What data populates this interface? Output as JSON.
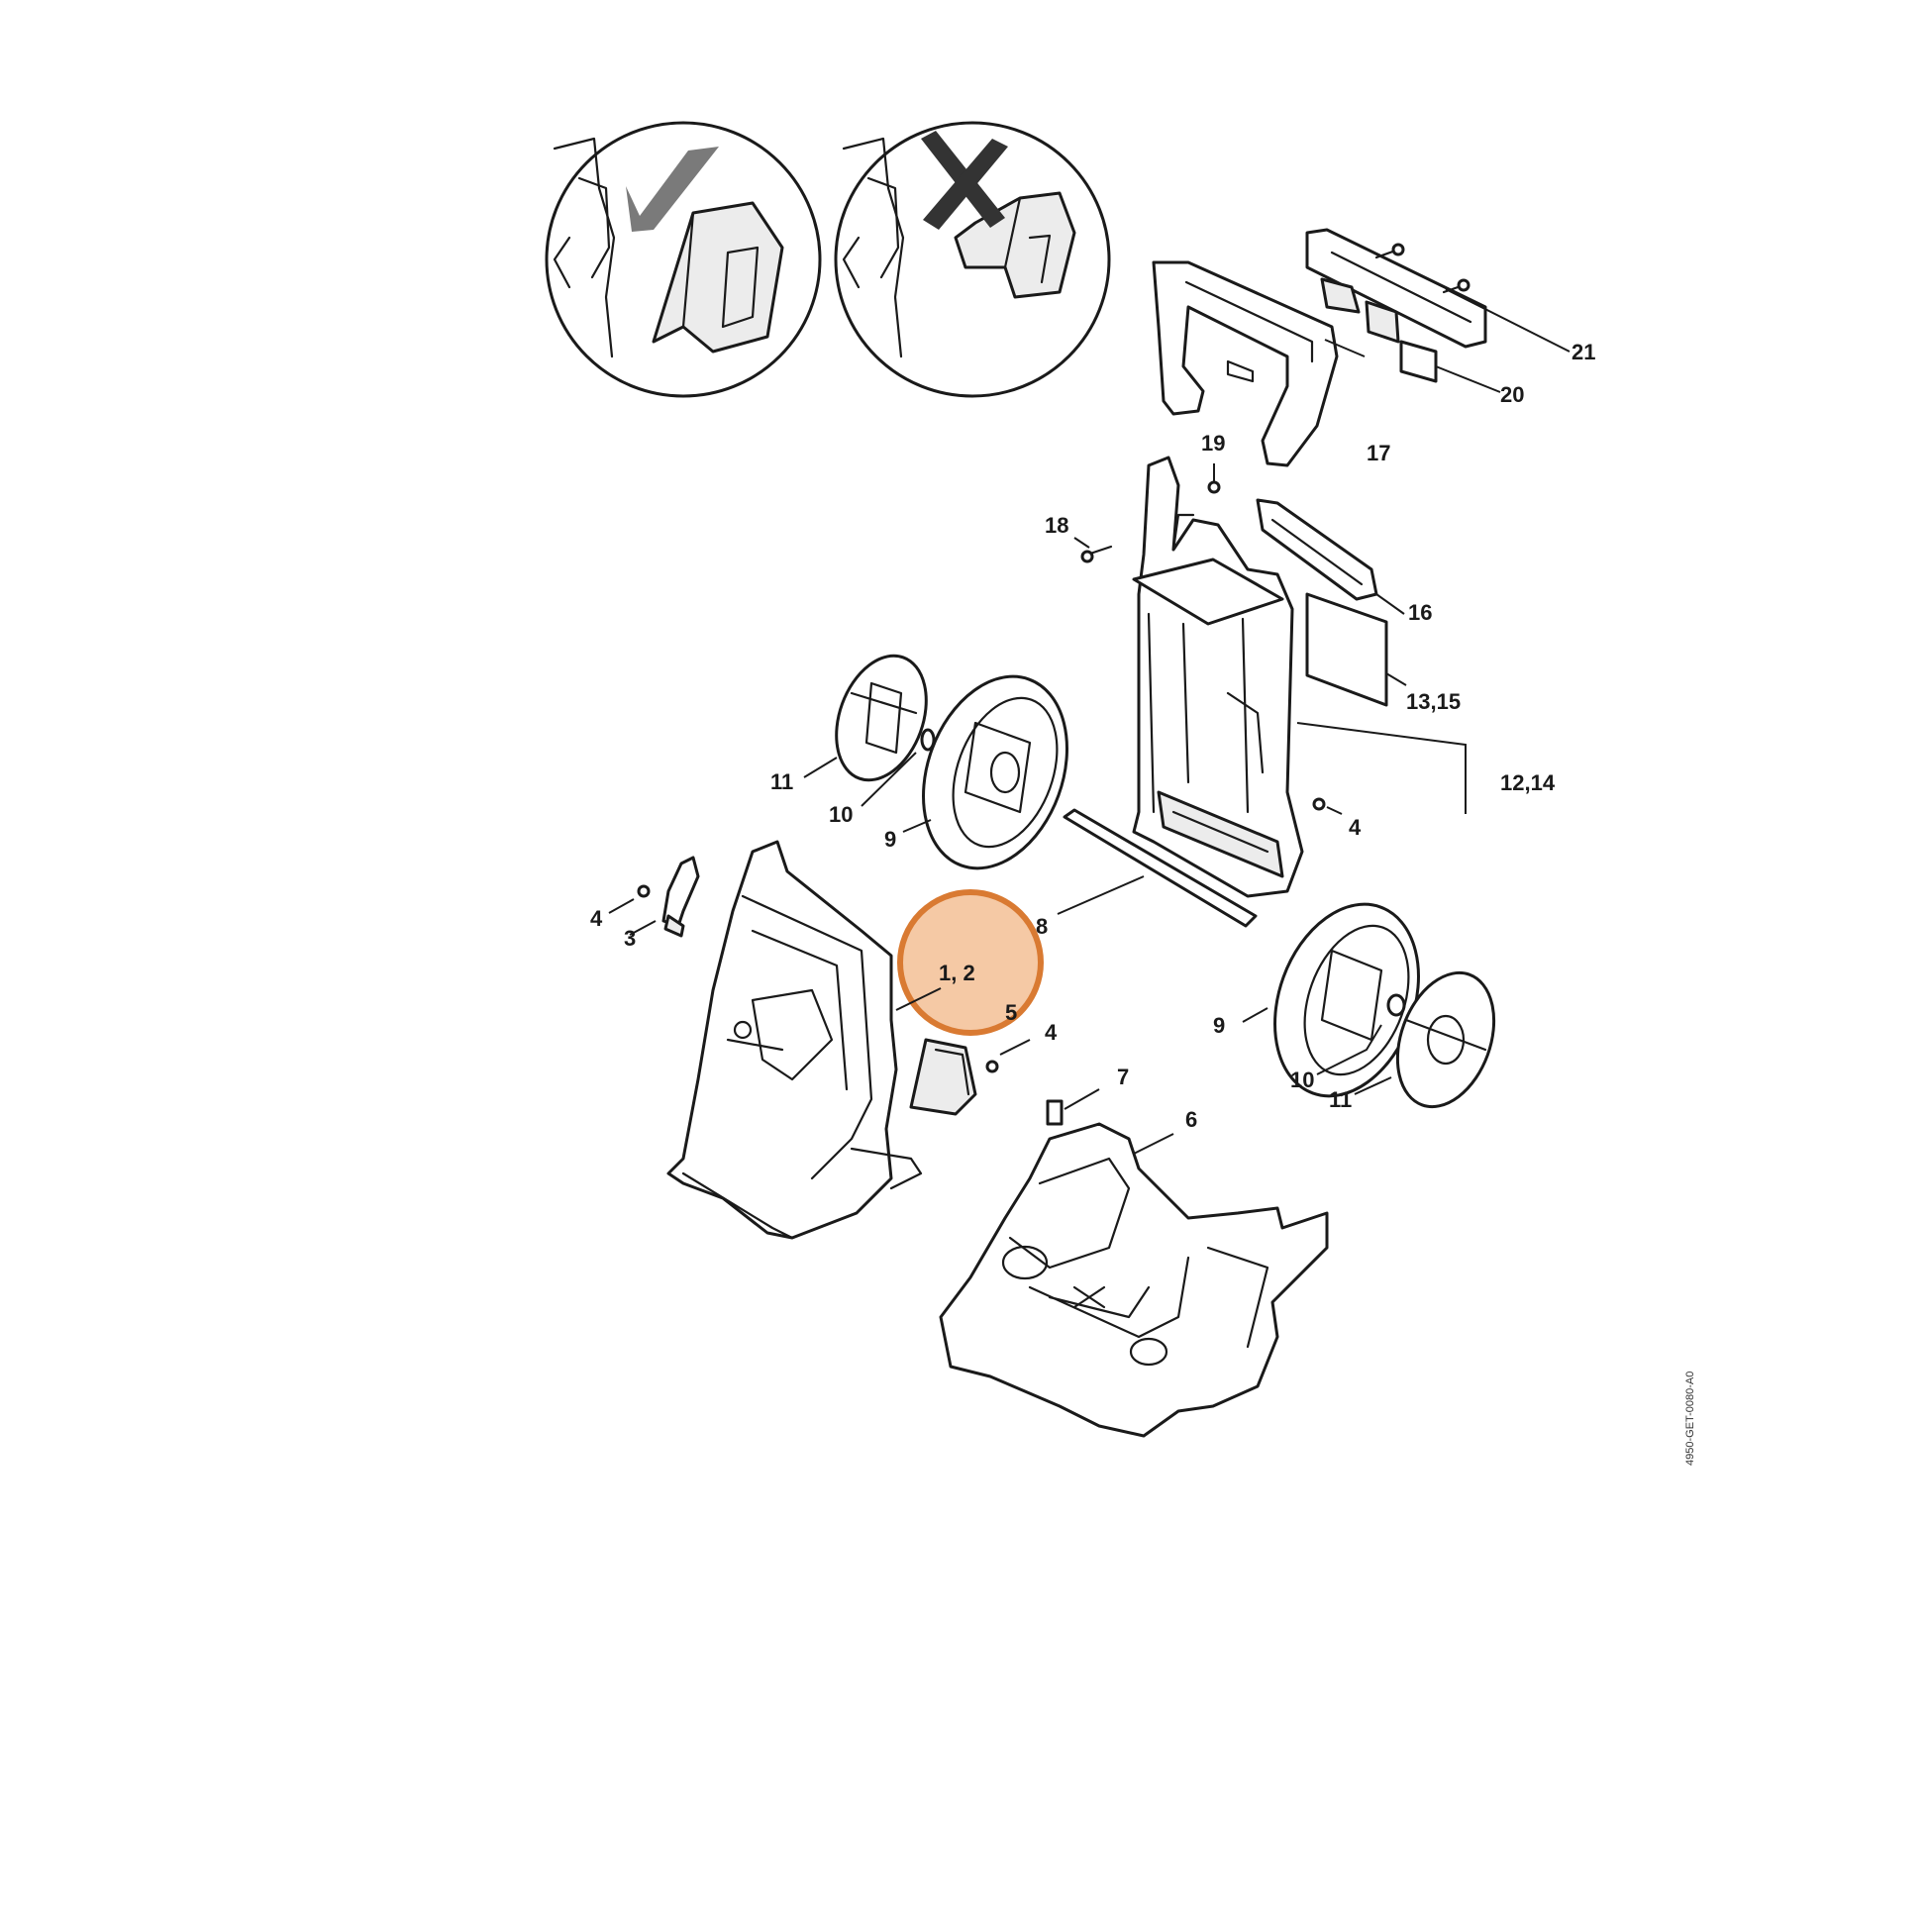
{
  "diagram": {
    "callouts": {
      "c1_2": "1, 2",
      "c3": "3",
      "c4a": "4",
      "c4b": "4",
      "c4c": "4",
      "c5": "5",
      "c6": "6",
      "c7": "7",
      "c8": "8",
      "c9a": "9",
      "c9b": "9",
      "c10a": "10",
      "c10b": "10",
      "c11a": "11",
      "c11b": "11",
      "c12_14": "12,14",
      "c13_15": "13,15",
      "c16": "16",
      "c17": "17",
      "c18": "18",
      "c19": "19",
      "c20": "20",
      "c21": "21"
    },
    "drawing_code": "4950-GET-0080-A0",
    "icons": {
      "correct": "check-mark-icon",
      "incorrect": "x-mark-icon"
    },
    "colors": {
      "highlight_fill": "#f5c9a5",
      "highlight_stroke": "#d97a32",
      "line": "#1a1a1a",
      "check": "#7a7a7a"
    }
  }
}
